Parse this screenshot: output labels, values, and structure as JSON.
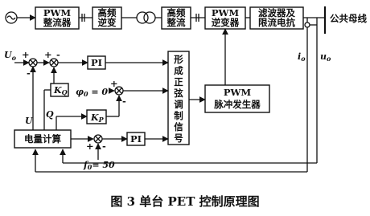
{
  "blocks": {
    "pwm_rectifier": [
      "PWM",
      "整流器"
    ],
    "hf_inverter": [
      "高频",
      "逆变"
    ],
    "hf_rectifier": [
      "高频",
      "整流"
    ],
    "pwm_inverter": [
      "PWM",
      "逆变器"
    ],
    "filter_limiter": [
      "滤波器及",
      "限流电抗"
    ],
    "pi_upper": "PI",
    "pi_lower": "PI",
    "kq": "K",
    "kq_sub": "Q",
    "kp": "K",
    "kp_sub": "P",
    "sine_gen": [
      "形",
      "成",
      "正",
      "弦",
      "调",
      "制",
      "信",
      "号"
    ],
    "pwm_pulse": [
      "PWM",
      "脉冲发生器"
    ],
    "power_calc": "电量计算"
  },
  "labels": {
    "bus": "公共母线",
    "uo_ref": "U",
    "uo_ref_sub": "o",
    "phi0": "φ",
    "phi0_sub": "0",
    "phi0_value": " = 0",
    "U": "U",
    "Q": "Q",
    "io": "i",
    "io_sub": "o",
    "uo": "u",
    "uo_sub": "o",
    "f0": "f",
    "f0_sub": "0",
    "f0_value": "= 50"
  },
  "signs": {
    "plus": "+",
    "minus": "-"
  },
  "caption": "图 3 单台 PET 控制原理图"
}
